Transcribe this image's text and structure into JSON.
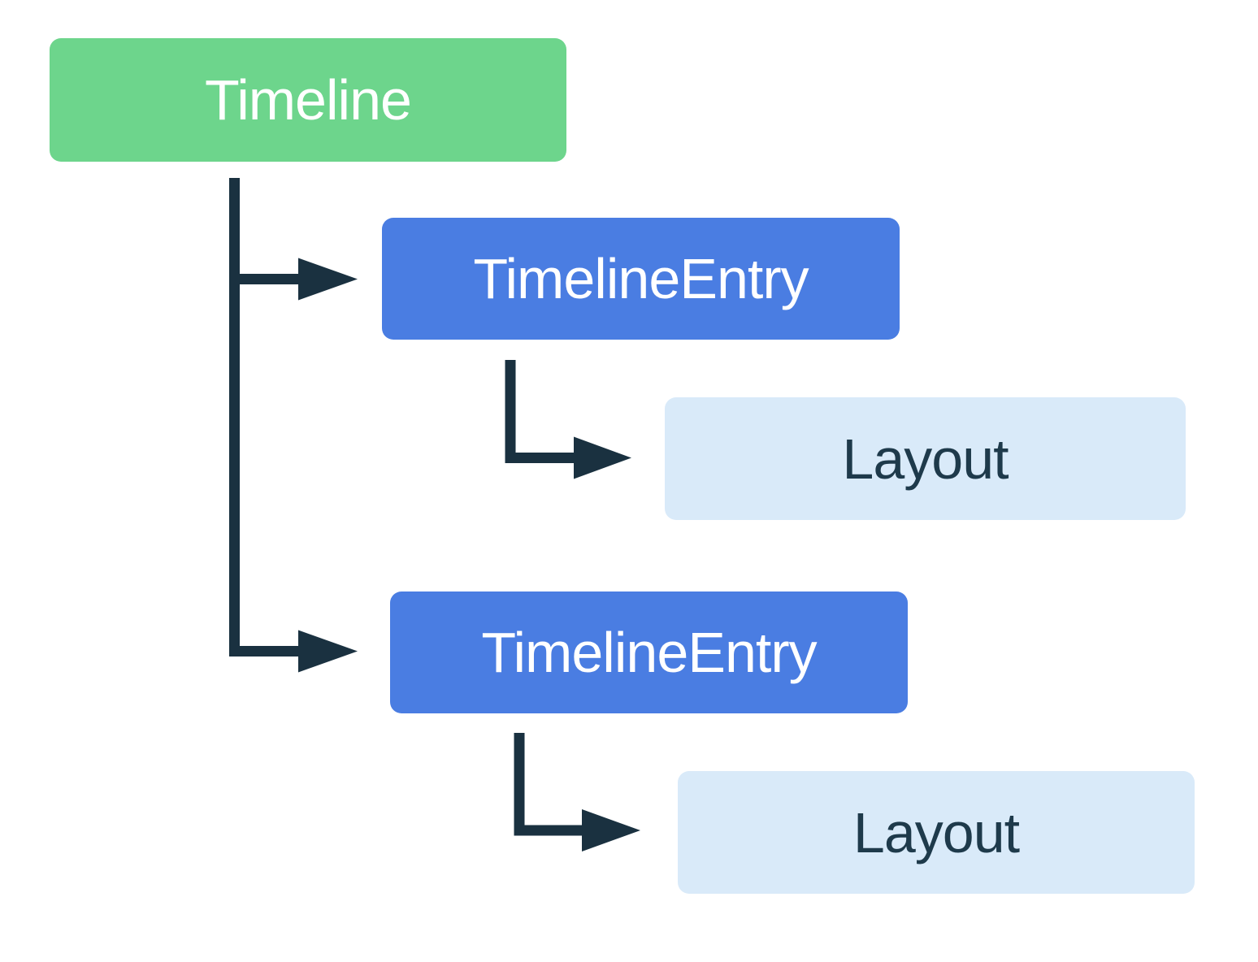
{
  "diagram": {
    "type": "tree",
    "background_color": "#FFFFFF",
    "connector_color": "#1A3140",
    "colors": {
      "root_fill": "#6DD58C",
      "entry_fill": "#4A7DE2",
      "leaf_fill": "#D9EAF9",
      "root_text": "#FFFFFF",
      "entry_text": "#FFFFFF",
      "leaf_text": "#1E3A4B"
    },
    "nodes": [
      {
        "id": "timeline",
        "label": "Timeline",
        "level": 0,
        "parent": null,
        "fill": "#6DD58C",
        "text_color": "#FFFFFF"
      },
      {
        "id": "timeline-entry-1",
        "label": "TimelineEntry",
        "level": 1,
        "parent": "timeline",
        "fill": "#4A7DE2",
        "text_color": "#FFFFFF"
      },
      {
        "id": "layout-1",
        "label": "Layout",
        "level": 2,
        "parent": "timeline-entry-1",
        "fill": "#D9EAF9",
        "text_color": "#1E3A4B"
      },
      {
        "id": "timeline-entry-2",
        "label": "TimelineEntry",
        "level": 1,
        "parent": "timeline",
        "fill": "#4A7DE2",
        "text_color": "#FFFFFF"
      },
      {
        "id": "layout-2",
        "label": "Layout",
        "level": 2,
        "parent": "timeline-entry-2",
        "fill": "#D9EAF9",
        "text_color": "#1E3A4B"
      }
    ],
    "edges": [
      {
        "from": "timeline",
        "to": "timeline-entry-1",
        "style": "elbow-arrow"
      },
      {
        "from": "timeline",
        "to": "timeline-entry-2",
        "style": "elbow-arrow"
      },
      {
        "from": "timeline-entry-1",
        "to": "layout-1",
        "style": "elbow-arrow"
      },
      {
        "from": "timeline-entry-2",
        "to": "layout-2",
        "style": "elbow-arrow"
      }
    ]
  }
}
